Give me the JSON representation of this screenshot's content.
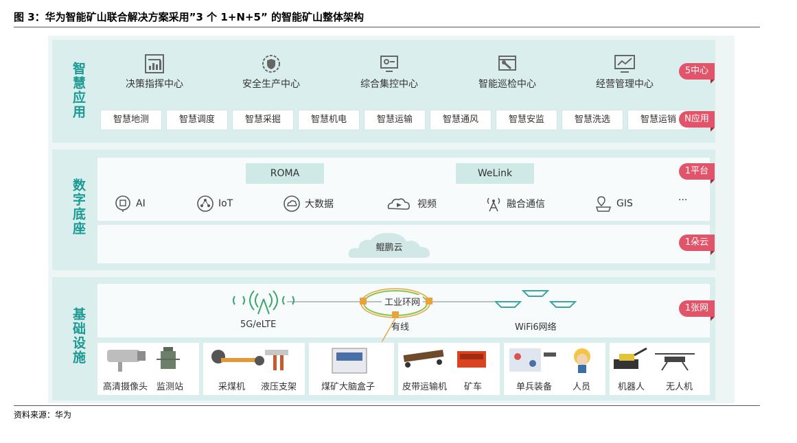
{
  "figure": {
    "title": "图 3：华为智能矿山联合解决方案采用”3 个 1+N+5” 的智能矿山整体架构",
    "source": "资料来源：华为"
  },
  "layers": {
    "app": {
      "label": "智慧应用",
      "centers": [
        "决策指挥中心",
        "安全生产中心",
        "综合集控中心",
        "智能巡检中心",
        "经营管理中心"
      ],
      "apps": [
        "智慧地测",
        "智慧调度",
        "智慧采掘",
        "智慧机电",
        "智慧运输",
        "智慧通风",
        "智慧安监",
        "智慧洗选",
        "智慧运销"
      ],
      "tag_centers": "5中心",
      "tag_apps": "N应用"
    },
    "digital": {
      "label": "数字底座",
      "platforms": [
        "ROMA",
        "WeLink"
      ],
      "capabilities": [
        "AI",
        "IoT",
        "大数据",
        "视频",
        "融合通信",
        "GIS",
        "···"
      ],
      "cloud": "鲲鹏云",
      "tag_platform": "1平台",
      "tag_cloud": "1朵云"
    },
    "infra": {
      "label": "基础设施",
      "network": {
        "wireless": "5G/eLTE",
        "wired": "有线",
        "ring": "工业环网",
        "wifi": "WiFi6网络"
      },
      "tag_network": "1张网",
      "devices": [
        "高清摄像头",
        "监测站",
        "采煤机",
        "液压支架",
        "煤矿大脑盒子",
        "皮带运输机",
        "矿车",
        "单兵装备",
        "人员",
        "机器人",
        "无人机"
      ]
    }
  },
  "colors": {
    "accent": "#1a9a92",
    "tag": "#e2546a",
    "layer_bg": "#dbeeee",
    "ring": "#e8a33c"
  }
}
